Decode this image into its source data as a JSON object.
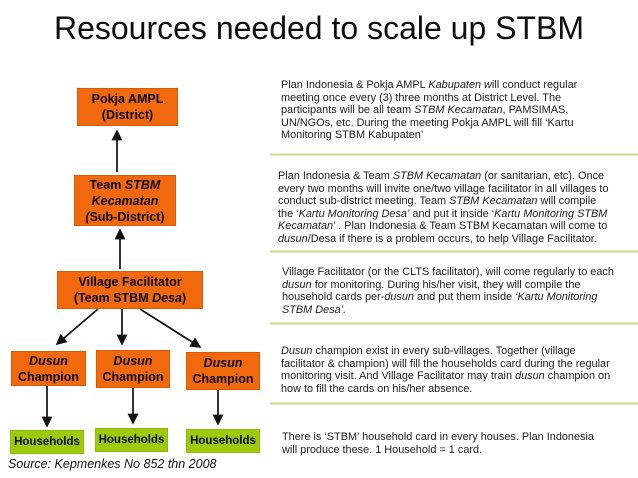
{
  "title": "Resources needed to scale up STBM",
  "source_citation": "Source: Kepmenkes No 852 thn 2008",
  "colors": {
    "node_orange": "#F2690D",
    "node_orange_border": "#D55B04",
    "node_green": "#9DCB0B",
    "divider_green": "#CFDC93",
    "arrow": "#111111",
    "background": "#FFFFFF"
  },
  "diagram": {
    "nodes": [
      {
        "id": "pokja-ampl",
        "lines": [
          [
            {
              "t": "Pokja AMPL"
            }
          ],
          [
            {
              "t": "(District)"
            }
          ]
        ]
      },
      {
        "id": "team-stbm-kecamatan",
        "lines": [
          [
            {
              "t": "Team "
            },
            {
              "t": "STBM",
              "i": true
            }
          ],
          [
            {
              "t": "Kecamatan",
              "i": true
            }
          ],
          [
            {
              "t": "(",
              "i": true
            },
            {
              "t": "Sub-District)"
            }
          ]
        ]
      },
      {
        "id": "village-facilitator",
        "lines": [
          [
            {
              "t": "Village Facilitator"
            }
          ],
          [
            {
              "t": "(Team STBM "
            },
            {
              "t": "Desa",
              "i": true
            },
            {
              "t": ")"
            }
          ]
        ]
      },
      {
        "id": "dusun-champion-1",
        "lines": [
          [
            {
              "t": "Dusun",
              "i": true
            }
          ],
          [
            {
              "t": "Champion"
            }
          ]
        ]
      },
      {
        "id": "dusun-champion-2",
        "lines": [
          [
            {
              "t": "Dusun",
              "i": true
            }
          ],
          [
            {
              "t": "Champion"
            }
          ]
        ]
      },
      {
        "id": "dusun-champion-3",
        "lines": [
          [
            {
              "t": "Dusun",
              "i": true
            }
          ],
          [
            {
              "t": "Champion"
            }
          ]
        ]
      },
      {
        "id": "households-1",
        "lines": [
          [
            {
              "t": "Households"
            }
          ]
        ]
      },
      {
        "id": "households-2",
        "lines": [
          [
            {
              "t": "Households"
            }
          ]
        ]
      },
      {
        "id": "households-3",
        "lines": [
          [
            {
              "t": "Households"
            }
          ]
        ]
      }
    ]
  },
  "notes": [
    {
      "id": "note-district",
      "lines": [
        [
          {
            "t": "Plan Indonesia & Pokja AMPL "
          },
          {
            "t": "Kabupaten w",
            "i": true
          },
          {
            "t": "ill conduct regular"
          }
        ],
        [
          {
            "t": "meeting once every (3) three months at District Level. The"
          }
        ],
        [
          {
            "t": "participants will be all team "
          },
          {
            "t": "STBM Kecamatan",
            "i": true
          },
          {
            "t": ", PAMSIMAS,"
          }
        ],
        [
          {
            "t": "UN/NGOs, etc. During the meeting Pokja AMPL will fill ‘Kartu"
          }
        ],
        [
          {
            "t": "Monitoring STBM Kabupaten’"
          }
        ]
      ]
    },
    {
      "id": "note-subdistrict",
      "lines": [
        [
          {
            "t": "Plan Indonesia & Team "
          },
          {
            "t": "STBM Kecamatan",
            "i": true
          },
          {
            "t": " (or sanitarian, etc). Once"
          }
        ],
        [
          {
            "t": "every two months will invite one/two village facilitator in all villages to"
          }
        ],
        [
          {
            "t": "conduct sub-district meeting. Team "
          },
          {
            "t": "STBM Kecamatan",
            "i": true
          },
          {
            "t": " will compile"
          }
        ],
        [
          {
            "t": "the ‘"
          },
          {
            "t": "Kartu Monitoring Desa’",
            "i": true
          },
          {
            "t": " and put it inside ‘"
          },
          {
            "t": "Kartu Monitoring STBM",
            "i": true
          }
        ],
        [
          {
            "t": "Kecamatan",
            "i": true
          },
          {
            "t": "’ . Plan Indonesia & Team STBM Kecamatan will come to"
          }
        ],
        [
          {
            "t": "dusun",
            "i": true
          },
          {
            "t": "/Desa if there is a problem occurs, to help Village Facilitator."
          }
        ]
      ]
    },
    {
      "id": "note-village",
      "lines": [
        [
          {
            "t": "Village Facilitator (or the CLTS facilitator), will come regularly to each"
          }
        ],
        [
          {
            "t": "dusun",
            "i": true
          },
          {
            "t": " for monitoring. During his/her visit, they will compile the"
          }
        ],
        [
          {
            "t": "household cards per-"
          },
          {
            "t": "dusun",
            "i": true
          },
          {
            "t": " and put them inside "
          },
          {
            "t": "‘Kartu Monitoring",
            "i": true
          }
        ],
        [
          {
            "t": "STBM Desa’.",
            "i": true
          }
        ]
      ]
    },
    {
      "id": "note-dusun",
      "lines": [
        [
          {
            "t": "Dusun",
            "i": true
          },
          {
            "t": " champion exist in every sub-villages. Together (village"
          }
        ],
        [
          {
            "t": "facilitator & champion) will fill the households card during the regular"
          }
        ],
        [
          {
            "t": "monitoring visit. And Village Facilitator may train "
          },
          {
            "t": "dusun",
            "i": true
          },
          {
            "t": " champion on"
          }
        ],
        [
          {
            "t": "how to fill the cards on his/her absence."
          }
        ]
      ]
    },
    {
      "id": "note-households",
      "lines": [
        [
          {
            "t": "There is ‘STBM’ household card in every houses. Plan Indonesia"
          }
        ],
        [
          {
            "t": "will produce these. 1 Household = 1 card."
          }
        ]
      ]
    }
  ]
}
